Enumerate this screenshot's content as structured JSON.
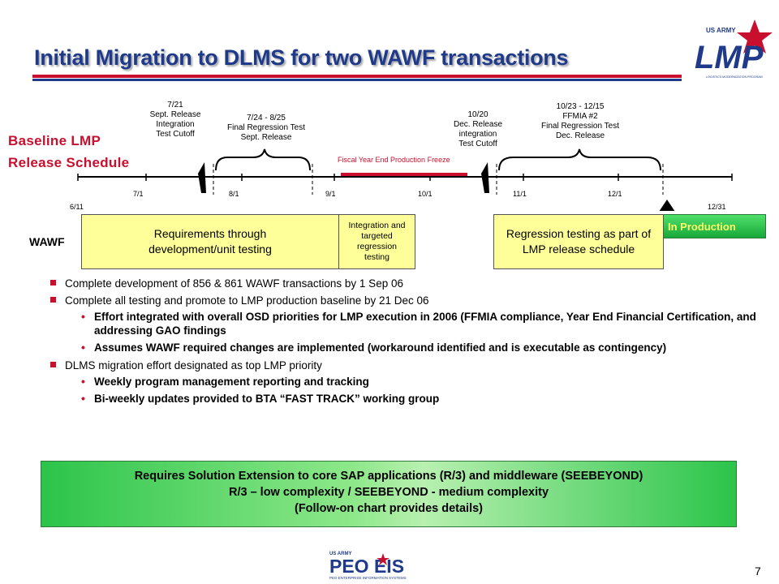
{
  "header": {
    "title": "Initial Migration to DLMS for two WAWF transactions",
    "logo_text_top": "US ARMY",
    "logo_text_main": "LMP",
    "logo_text_sub": "LOGISTICS MODERNIZATION PROGRAM"
  },
  "schedule": {
    "label_line1": "Baseline LMP",
    "label_line2": "Release Schedule",
    "notes": {
      "sept_cutoff": [
        "7/21",
        "Sept. Release",
        "Integration",
        "Test Cutoff"
      ],
      "sept_regression": [
        "7/24 - 8/25",
        "Final Regression Test",
        "Sept. Release"
      ],
      "dec_cutoff": [
        "10/20",
        "Dec. Release",
        "integration",
        "Test Cutoff"
      ],
      "dec_regression": [
        "10/23 - 12/15",
        "FFMIA #2",
        "Final Regression Test",
        "Dec. Release"
      ]
    },
    "freeze_label": "Fiscal Year End Production Freeze",
    "months": [
      "7/1",
      "8/1",
      "9/1",
      "10/1",
      "11/1",
      "12/1"
    ],
    "start_date": "6/11",
    "end_date": "12/31"
  },
  "wawf": {
    "label": "WAWF",
    "requirements_box": "Requirements through development/unit testing",
    "integration_box": "Integration and targeted regression testing",
    "regression_box": "Regression testing as part of LMP release schedule",
    "production_box": "In Production"
  },
  "bullets": [
    {
      "level": 1,
      "text": "Complete development of  856 & 861 WAWF transactions by 1 Sep 06"
    },
    {
      "level": 1,
      "text": "Complete all testing and promote to LMP production baseline by 21 Dec 06"
    },
    {
      "level": 2,
      "text": "Effort integrated with overall OSD priorities for LMP execution in 2006 (FFMIA compliance, Year End Financial Certification, and addressing GAO findings"
    },
    {
      "level": 2,
      "text": "Assumes WAWF required changes are implemented (workaround identified and is executable as contingency)"
    },
    {
      "level": 1,
      "text": " DLMS migration effort designated as top LMP priority"
    },
    {
      "level": 2,
      "text": "Weekly program management reporting and tracking"
    },
    {
      "level": 2,
      "text": "Bi-weekly updates provided to BTA “FAST TRACK” working group"
    }
  ],
  "summary": {
    "line1": "Requires Solution Extension to core SAP applications (R/3) and middleware (SEEBEYOND)",
    "line2": "R/3 – low complexity / SEEBEYOND - medium complexity",
    "line3": "(Follow-on chart provides details)"
  },
  "footer": {
    "logo_text_top": "US ARMY",
    "logo_text_main": "PEO EIS",
    "logo_text_sub": "PEO ENTERPRISE INFORMATION SYSTEMS",
    "page_number": "7"
  },
  "colors": {
    "title_blue": "#1f3a8a",
    "accent_red": "#c8102e",
    "requirements_yellow": "#ffff99",
    "production_green": "#22b23e"
  }
}
